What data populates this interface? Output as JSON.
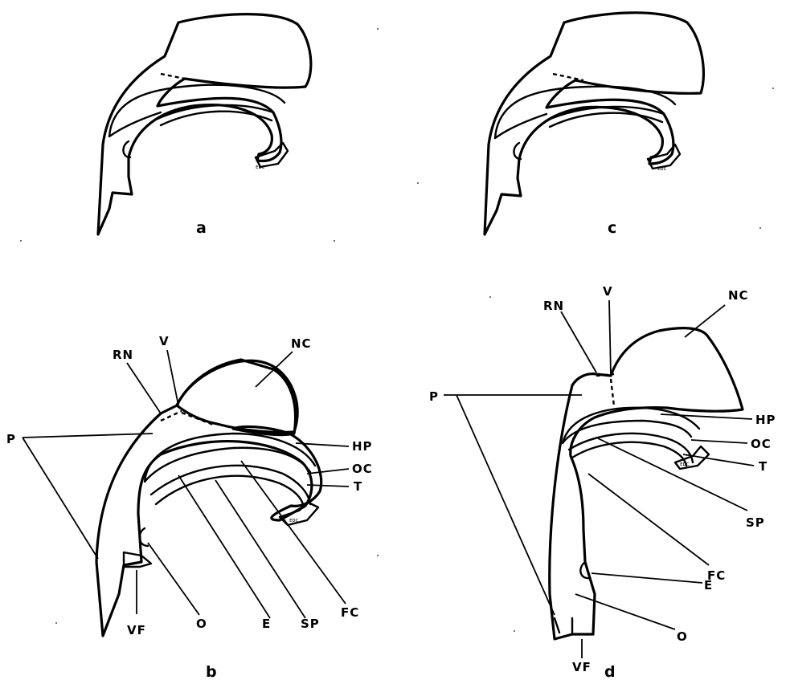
{
  "panels": {
    "a": {
      "letter": "a"
    },
    "b": {
      "letter": "b"
    },
    "c": {
      "letter": "c"
    },
    "d": {
      "letter": "d"
    }
  },
  "labels": {
    "rn": "RN",
    "v": "V",
    "nc": "NC",
    "p": "P",
    "hp": "HP",
    "oc": "OC",
    "t": "T",
    "vf": "VF",
    "o": "O",
    "e": "E",
    "sp": "SP",
    "fc": "FC"
  },
  "tiny_marks": {
    "a": "ᴇᴅᴄ",
    "b": "ᴇᴅᴄ",
    "c": "ᴇᴅᴄ",
    "d": "ᴇᴅᴄ"
  }
}
